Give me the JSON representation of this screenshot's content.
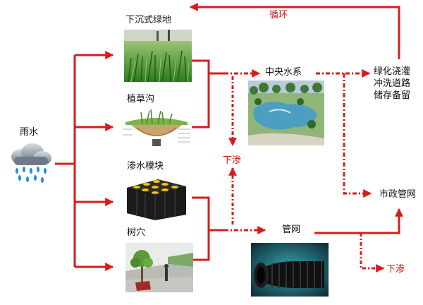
{
  "nodes": {
    "rain": "雨水",
    "sunken_green": "下沉式绿地",
    "plant_ditch": "植草沟",
    "permeable_module": "渗水模块",
    "tree_pit": "树穴",
    "central_water": "中央水系",
    "pipe_network": "管网",
    "uses": [
      "绿化浇灌",
      "冲洗道路",
      "储存备留"
    ],
    "municipal": "市政管网"
  },
  "edge_labels": {
    "recycle": "循环",
    "infiltrate_mid": "下渗",
    "infiltrate_bottom": "下渗"
  },
  "colors": {
    "arrow": "#d71c1c",
    "text": "#111111",
    "edge_label": "#c81414"
  }
}
